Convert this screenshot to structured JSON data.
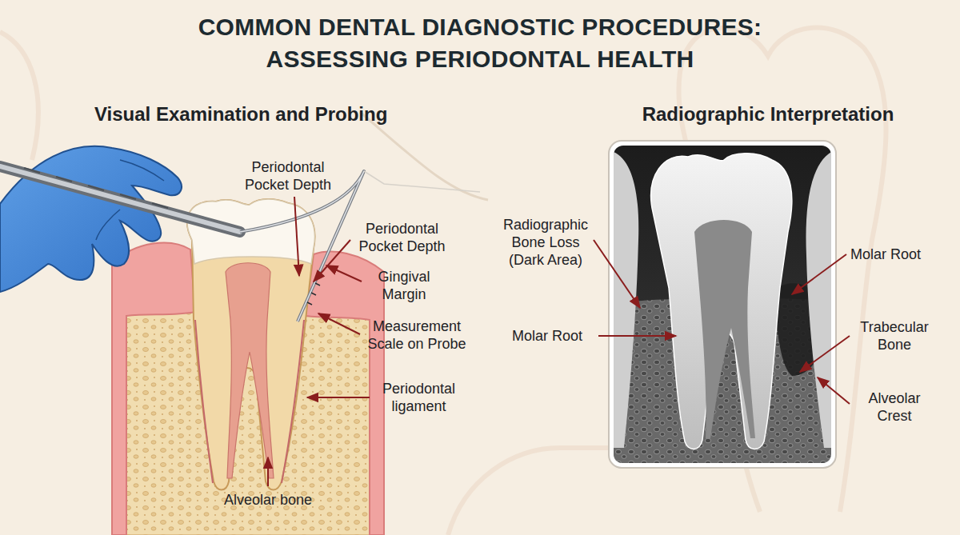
{
  "diagram": {
    "title": "COMMON DENTAL DIAGNOSTIC PROCEDURES: ASSESSING PERIODONTAL HEALTH",
    "labels": [
      "Visual Examination and Probing",
      "Radiographic Interpretation",
      "Periodontal Pocket Depth",
      "Periodontal Pocket Depth",
      "Gingival Margin",
      "Measurement Scale on Probe",
      "Periodontal ligament",
      "Alveolar bone",
      "Radiographic Bone Loss (Dark Area)",
      "Molar Root",
      "Molar Root",
      "Trabecular Bone",
      "Alveolar Crest"
    ]
  }
}
